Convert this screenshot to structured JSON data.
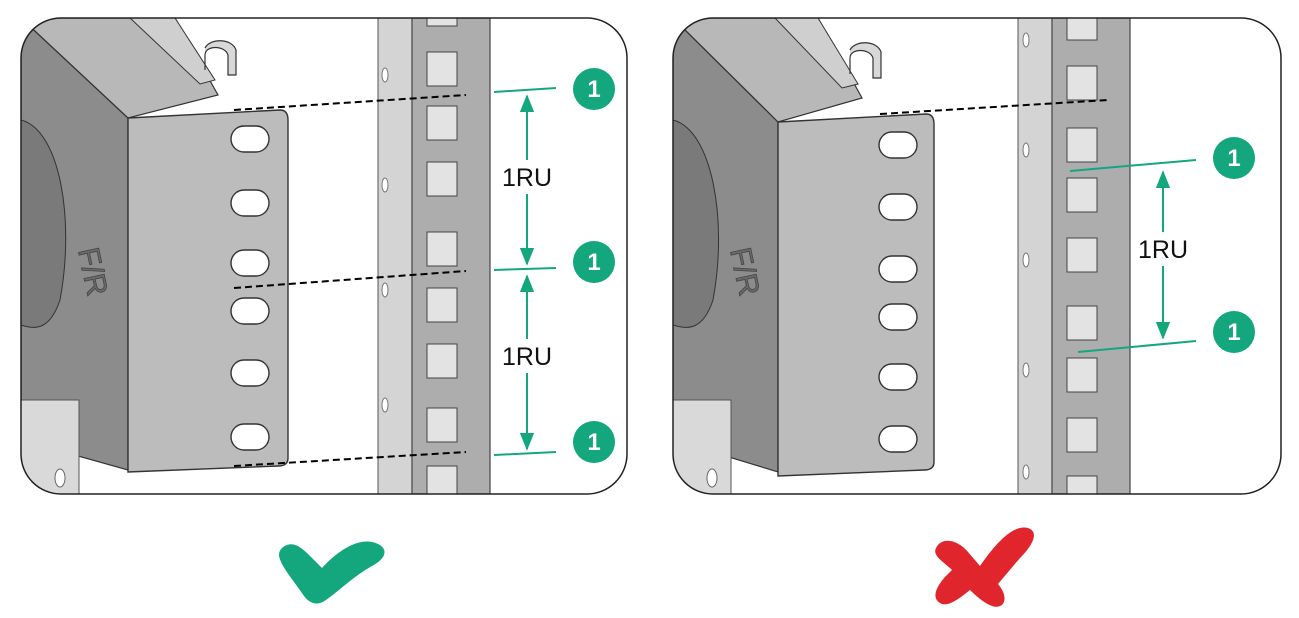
{
  "colors": {
    "accent": "#14a77e",
    "check": "#14a77e",
    "cross": "#e0262c",
    "panel_border": "#222222"
  },
  "panels": [
    {
      "name": "correct",
      "bracket_label": "F/R",
      "callout_number": "1",
      "ru_labels": [
        "1RU",
        "1RU"
      ],
      "verdict_icon": "check-icon"
    },
    {
      "name": "incorrect",
      "bracket_label": "F/R",
      "callout_number": "1",
      "ru_labels": [
        "1RU"
      ],
      "verdict_icon": "cross-icon"
    }
  ]
}
